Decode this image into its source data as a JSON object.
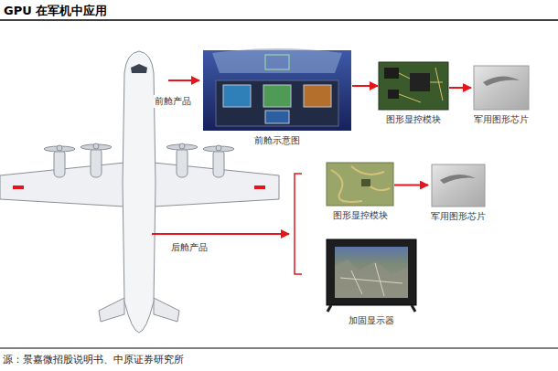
{
  "diagram": {
    "title": "GPU 在军机中应用",
    "caption": "源：景嘉微招股说明书、中原证券研究所",
    "nodes": [
      {
        "text": [
          "前舱示意图"
        ]
      },
      {
        "text": [
          "图形显控模块"
        ]
      },
      {
        "text": [
          "军用图形芯片"
        ]
      },
      {
        "text": [
          "图形显控模块"
        ]
      },
      {
        "text": [
          "军用图形芯片"
        ]
      },
      {
        "text": [
          "加固显示器"
        ]
      }
    ],
    "edges": [
      {
        "from": 0,
        "to": 1,
        "arrow": "to"
      },
      {
        "from": 1,
        "to": 2,
        "arrow": "to"
      },
      {
        "from": 3,
        "to": 4,
        "arrow": "to"
      }
    ],
    "labels": [
      "前舱产品",
      "后舱产品"
    ]
  }
}
